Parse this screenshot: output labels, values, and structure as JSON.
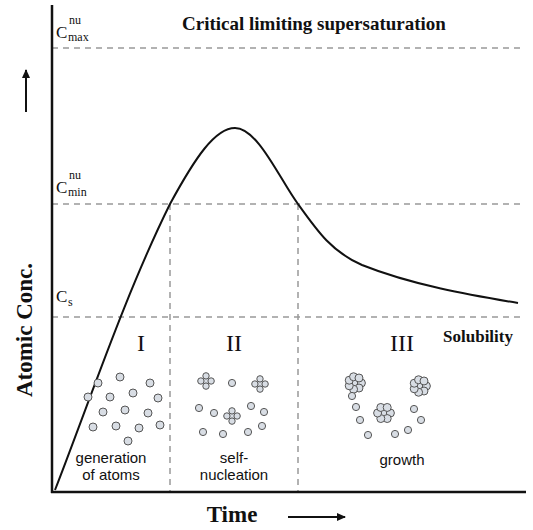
{
  "diagram": {
    "labels": [
      "Critical limiting supersaturation",
      "C",
      "nu",
      "max",
      "C",
      "nu",
      "min",
      "C",
      "s",
      "Solubility",
      "I",
      "II",
      "III",
      "generation of atoms",
      "self- nucleation",
      "growth",
      "Atomic Conc.",
      "Time"
    ]
  }
}
